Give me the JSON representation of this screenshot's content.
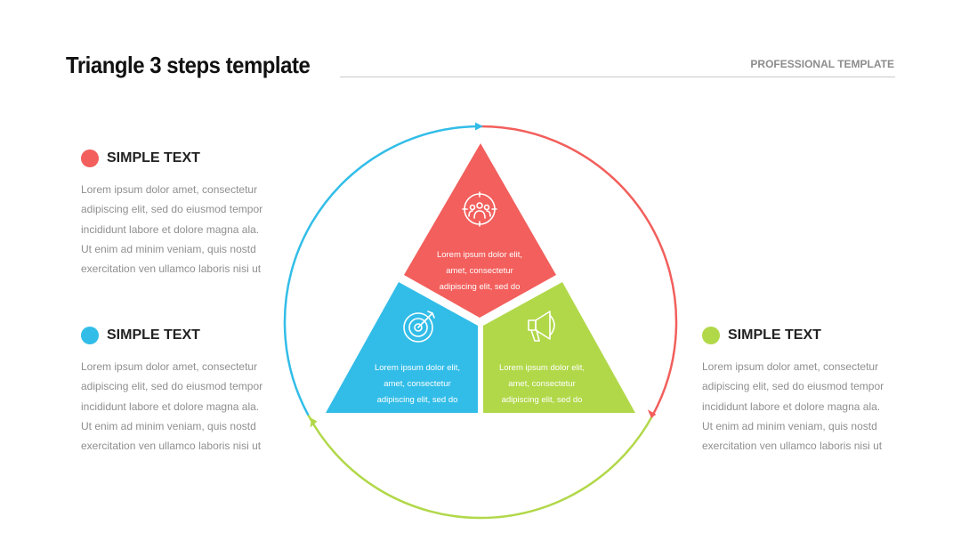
{
  "header": {
    "title": "Triangle 3 steps template",
    "subtitle": "PROFESSIONAL TEMPLATE"
  },
  "colors": {
    "red": "#f25f5c",
    "blue": "#32bde8",
    "green": "#b1d849"
  },
  "blocks": [
    {
      "heading": "SIMPLE TEXT",
      "lines": [
        "Lorem ipsum dolor amet, consectetur",
        "adipiscing elit, sed do eiusmod tempor",
        "incididunt  labore et dolore magna ala.",
        "Ut enim ad minim veniam, quis nostd",
        "exercitation ven ullamco laboris nisi ut"
      ]
    },
    {
      "heading": "SIMPLE TEXT",
      "lines": [
        "Lorem ipsum dolor amet, consectetur",
        "adipiscing elit, sed do eiusmod tempor",
        "incididunt  labore et dolore magna ala.",
        "Ut enim ad minim veniam, quis nostd",
        "exercitation ven ullamco laboris nisi ut"
      ]
    },
    {
      "heading": "SIMPLE TEXT",
      "lines": [
        "Lorem ipsum dolor amet, consectetur",
        "adipiscing elit, sed do eiusmod tempor",
        "incididunt  labore et dolore magna ala.",
        "Ut enim ad minim veniam, quis nostd",
        "exercitation ven ullamco laboris nisi ut"
      ]
    }
  ],
  "triangle": {
    "top": {
      "icon": "team-target-icon",
      "lines": [
        "Lorem ipsum dolor elit,",
        "amet, consectetur",
        "adipiscing elit, sed do"
      ]
    },
    "left": {
      "icon": "bullseye-arrow-icon",
      "lines": [
        "Lorem ipsum dolor elit,",
        "amet, consectetur",
        "adipiscing elit, sed do"
      ]
    },
    "right": {
      "icon": "megaphone-icon",
      "lines": [
        "Lorem ipsum dolor elit,",
        "amet, consectetur",
        "adipiscing elit, sed do"
      ]
    }
  }
}
